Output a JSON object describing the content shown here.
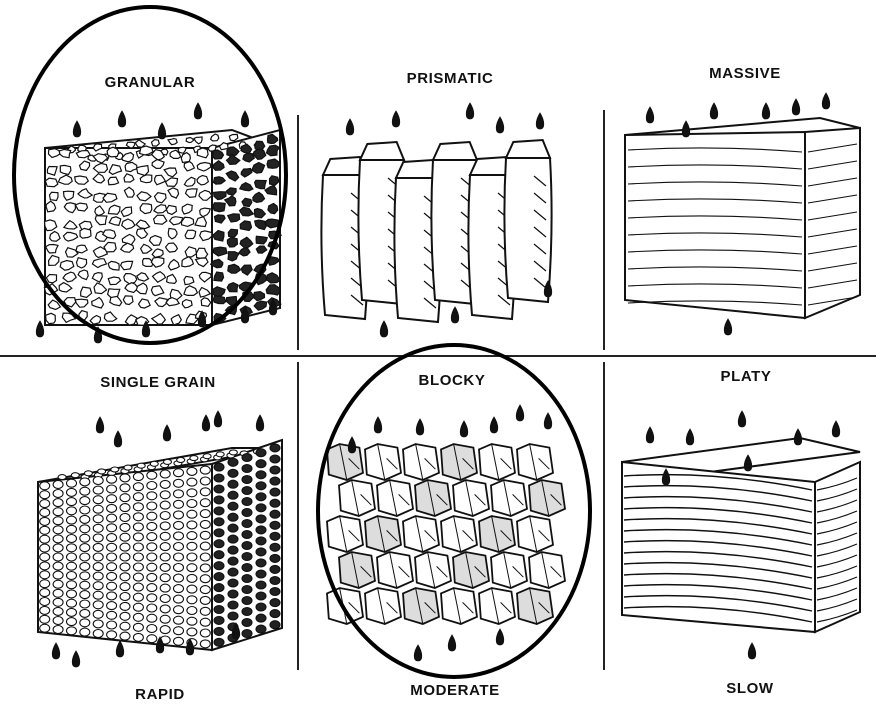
{
  "diagram": {
    "structures": [
      {
        "id": "granular",
        "label": "GRANULAR",
        "circled": true
      },
      {
        "id": "prismatic",
        "label": "PRISMATIC",
        "circled": false
      },
      {
        "id": "massive",
        "label": "MASSIVE",
        "circled": false
      },
      {
        "id": "single-grain",
        "label": "SINGLE GRAIN",
        "circled": false
      },
      {
        "id": "blocky",
        "label": "BLOCKY",
        "circled": true
      },
      {
        "id": "platy",
        "label": "PLATY",
        "circled": false
      }
    ],
    "rates": [
      {
        "id": "rapid",
        "label": "RAPID"
      },
      {
        "id": "moderate",
        "label": "MODERATE"
      },
      {
        "id": "slow",
        "label": "SLOW"
      }
    ],
    "ink_color": "#111111",
    "background": "#ffffff"
  }
}
